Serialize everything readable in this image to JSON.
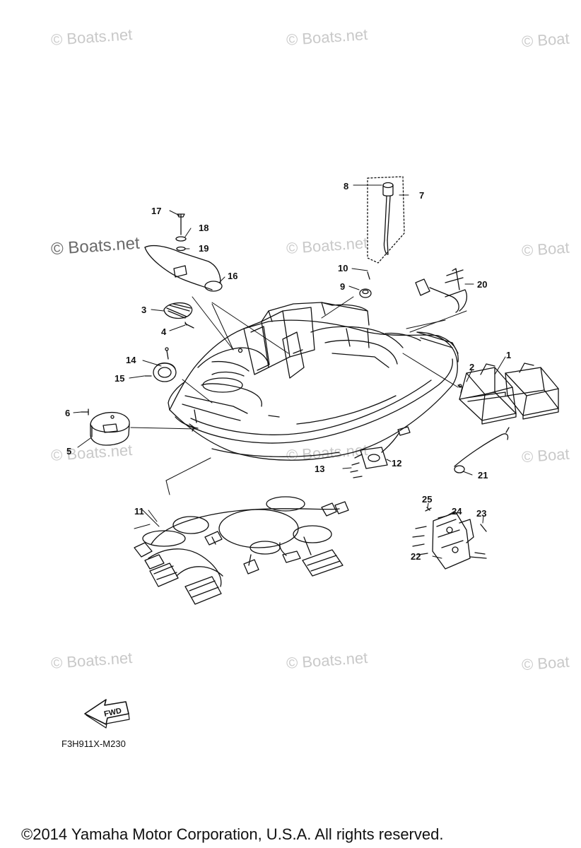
{
  "watermarks": {
    "text": "© Boats.net",
    "partial": "© Boat"
  },
  "callouts": [
    "1",
    "2",
    "3",
    "4",
    "5",
    "6",
    "7",
    "8",
    "9",
    "10",
    "11",
    "12",
    "13",
    "14",
    "15",
    "16",
    "17",
    "18",
    "19",
    "20",
    "21",
    "22",
    "23",
    "24",
    "25"
  ],
  "fwd_label": "FWD",
  "diagram_code": "F3H911X-M230",
  "copyright": "©2014 Yamaha Motor Corporation, U.S.A. All rights reserved."
}
